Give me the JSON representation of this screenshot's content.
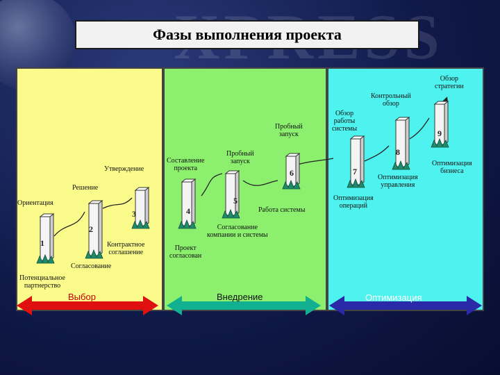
{
  "watermark": "XPRESS N",
  "title": "Фазы выполнения проекта",
  "labels": {
    "partnership": "Потенциальное\nпартнерство",
    "agreement_a": "Согласование",
    "orientation": "Ориентация",
    "decision": "Решение",
    "approval": "Утверждение",
    "contract": "Контрактное\nсоглашение",
    "project_compose": "Составление\nпроекта",
    "pilot_launch_1": "Пробный\nзапуск",
    "pilot_launch_2": "Пробный\nзапуск",
    "system_work": "Работа системы",
    "company_system": "Согласование\nкомпании и системы",
    "project_agreed": "Проект\nсогласован",
    "system_review": "Обзор\nработы\nсистемы",
    "control_review": "Контрольный\nобзор",
    "strategy_review": "Обзор\nстратегии",
    "biz_opt": "Оптимизация\nбизнеса",
    "mgmt_opt": "Оптимизация\nуправления",
    "ops_opt": "Оптимизация\nопераций"
  },
  "step_numbers": [
    "1",
    "2",
    "3",
    "4",
    "5",
    "6",
    "7",
    "8",
    "9"
  ],
  "phases": [
    {
      "label": "Выбор",
      "color": "#cc0000",
      "arrow": "#e01010"
    },
    {
      "label": "Внедрение",
      "color": "#111111",
      "arrow": "#10b090"
    },
    {
      "label": "Оптимизация",
      "color": "#ffffff",
      "arrow": "#2a2aa8"
    }
  ],
  "colors": {
    "yellow": "#fbfb8c",
    "green": "#8cf06e",
    "cyan": "#4ef2ee"
  }
}
